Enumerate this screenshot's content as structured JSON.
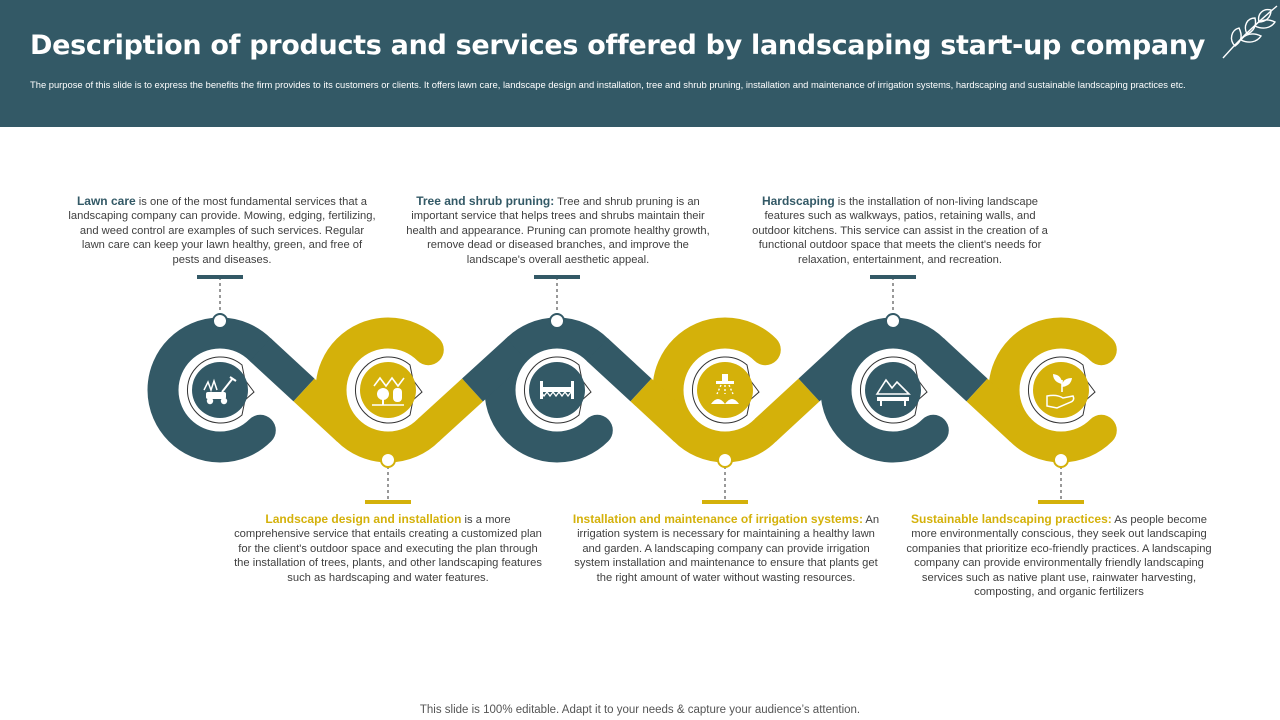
{
  "header": {
    "title": "Description of products and services offered by landscaping start-up company",
    "subtitle": "The purpose of this slide is to express the benefits the firm provides to its customers or clients. It offers lawn care, landscape design and installation, tree and shrub pruning, installation and maintenance of irrigation systems, hardscaping and sustainable landscaping practices etc."
  },
  "colors": {
    "teal": "#335966",
    "gold": "#d4b10a",
    "white": "#ffffff"
  },
  "services": [
    {
      "label": "Lawn care",
      "text": " is one of the most fundamental services that a landscaping company can provide. Mowing, edging, fertilizing, and weed control are examples of such services. Regular lawn care can keep your lawn healthy, green, and free of pests and diseases.",
      "icon": "lawn-mower-icon",
      "color": "teal"
    },
    {
      "label": "Landscape design and installation",
      "text": " is a more comprehensive service that entails creating a customized plan for the client's outdoor space and executing the plan through the installation of trees, plants, and other landscaping features such as hardscaping and water features.",
      "icon": "landscape-design-icon",
      "color": "gold"
    },
    {
      "label": "Tree and shrub pruning:",
      "text": " Tree and shrub pruning is an important service that helps trees and shrubs maintain their health and appearance. Pruning can promote healthy growth, remove dead or diseased branches, and improve the landscape's overall aesthetic appeal.",
      "icon": "pruning-saw-icon",
      "color": "teal"
    },
    {
      "label": "Installation and maintenance of irrigation systems:",
      "text": " An irrigation system is necessary for maintaining a healthy lawn and garden. A landscaping company can provide irrigation system installation and maintenance to ensure that plants get the right amount of water without wasting resources.",
      "icon": "irrigation-sprinkler-icon",
      "color": "gold"
    },
    {
      "label": "Hardscaping",
      "text": " is the installation of non-living landscape features such as walkways, patios, retaining walls, and outdoor kitchens. This service can assist in the creation of a functional outdoor space that meets the client's needs for relaxation, entertainment, and recreation.",
      "icon": "hardscape-mountain-icon",
      "color": "teal"
    },
    {
      "label": "Sustainable landscaping practices:",
      "text": " As people become more environmentally conscious, they seek out landscaping companies that prioritize eco-friendly practices. A landscaping company can provide environmentally friendly landscaping services such as native plant use, rainwater harvesting, composting, and organic fertilizers",
      "icon": "eco-plant-hand-icon",
      "color": "gold"
    }
  ],
  "footer": "This slide is 100% editable. Adapt it to your needs & capture your audience’s attention."
}
